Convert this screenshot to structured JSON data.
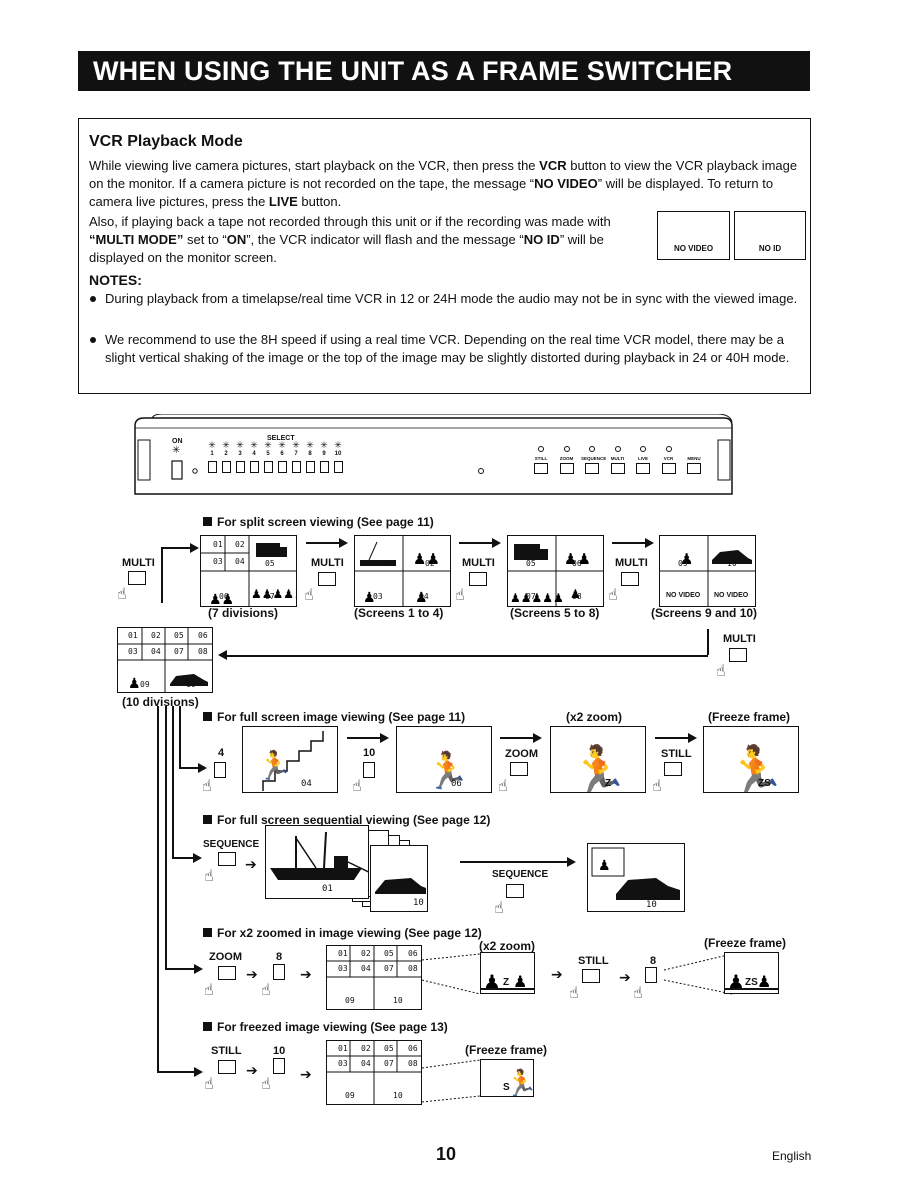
{
  "banner": "WHEN USING THE UNIT AS A FRAME SWITCHER",
  "vcr": {
    "title": "VCR Playback Mode",
    "p1_a": "While viewing live camera pictures, start playback on the VCR, then press the ",
    "p1_b": "VCR",
    "p1_c": " button to view the VCR playback image on the monitor. If a camera picture is not recorded on the tape, the message “",
    "p1_d": "NO VIDEO",
    "p1_e": "” will be displayed. To return to camera live pictures, press the ",
    "p1_f": "LIVE",
    "p1_g": " button.",
    "p2_a": "Also, if playing back a tape not recorded through this unit or if the recording was made with ",
    "p2_b": "“MULTI MODE”",
    "p2_c": " set to “",
    "p2_d": "ON",
    "p2_e": "”, the VCR indicator will flash and the message “",
    "p2_f": "NO ID",
    "p2_g": "” will be displayed on the monitor screen.",
    "monitor1": "NO VIDEO",
    "monitor2": "NO ID",
    "notes_title": "NOTES:",
    "note1": "During playback from a timelapse/real time VCR in 12 or 24H mode the audio may not be in sync with the viewed image.",
    "note2": "We recommend to use the 8H speed if using a real time VCR. Depending on the real time VCR model, there may be a slight vertical shaking of the image or the top of the image may be slightly distorted during playback in 24 or 40H mode."
  },
  "panel": {
    "on": "ON",
    "select": "SELECT",
    "numbers": [
      "1",
      "2",
      "3",
      "4",
      "5",
      "6",
      "7",
      "8",
      "9",
      "10"
    ],
    "buttons": [
      "STILL",
      "ZOOM",
      "SEQUENCE",
      "MULTI",
      "LIVE",
      "VCR",
      "MENU"
    ]
  },
  "split": {
    "heading": "For split screen viewing (See page 11)",
    "multi": "MULTI",
    "cap1": "(7 divisions)",
    "cap2": "(Screens 1 to 4)",
    "cap3": "(Screens 5 to 8)",
    "cap4": "(Screens 9 and 10)",
    "cap5": "(10 divisions)",
    "grid10": [
      "01",
      "02",
      "05",
      "06",
      "03",
      "04",
      "07",
      "08",
      "09",
      "10"
    ],
    "s1": [
      "01",
      "02",
      "03",
      "04",
      "05",
      "06",
      "07"
    ],
    "s2": [
      "01",
      "02",
      "03",
      "04"
    ],
    "s3": [
      "05",
      "06",
      "07",
      "08"
    ],
    "s4": [
      "09",
      "10"
    ],
    "nv1": "NO VIDEO",
    "nv2": "NO VIDEO"
  },
  "full": {
    "heading": "For full screen image viewing (See page 11)",
    "k4": "4",
    "k10": "10",
    "zoom": "ZOOM",
    "still": "STILL",
    "x2": "(x2 zoom)",
    "freeze": "(Freeze frame)",
    "n04": "04",
    "n06": "06",
    "z": "Z",
    "zs": "ZS"
  },
  "seq": {
    "heading": "For full screen sequential viewing (See page 12)",
    "sequence": "SEQUENCE",
    "n01": "01",
    "n10": "10"
  },
  "x2": {
    "heading": "For x2 zoomed in image viewing (See page 12)",
    "zoom": "ZOOM",
    "k8": "8",
    "still": "STILL",
    "k8b": "8",
    "x2": "(x2 zoom)",
    "freeze": "(Freeze frame)",
    "z": "Z",
    "zs": "ZS"
  },
  "frz": {
    "heading": "For freezed image viewing (See page 13)",
    "still": "STILL",
    "k10": "10",
    "freeze": "(Freeze frame)",
    "s": "S"
  },
  "grid_nums": {
    "r1": [
      "01",
      "02",
      "05",
      "06"
    ],
    "r2": [
      "03",
      "04",
      "07",
      "08"
    ],
    "r3": [
      "09",
      "10"
    ]
  },
  "footer": {
    "page": "10",
    "lang": "English"
  }
}
